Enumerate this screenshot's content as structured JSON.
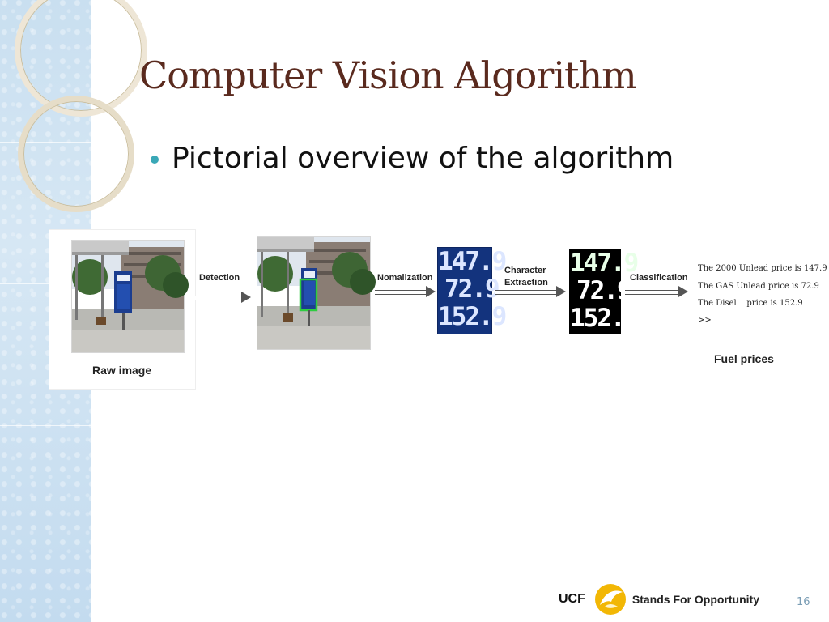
{
  "slide": {
    "title": "Computer Vision Algorithm",
    "bullet": "Pictorial overview of the algorithm",
    "page_number": "16"
  },
  "diagram": {
    "raw_image_label": "Raw image",
    "step_detection": "Detection",
    "step_normalization": "Nomalization",
    "step_character_extraction_line1": "Character",
    "step_character_extraction_line2": "Extraction",
    "step_classification": "Classification",
    "fuel_prices_label": "Fuel prices",
    "sign_price_1": "147.9",
    "sign_price_2": "72.9",
    "sign_price_3": "152.9",
    "output_lines": [
      "The 2000 Unlead price is 147.9",
      "The GAS Unlead price is 72.9",
      "The Disel    price is 152.9",
      ">>"
    ]
  },
  "footer": {
    "ucf": "UCF",
    "slogan": "Stands For Opportunity"
  },
  "colors": {
    "title": "#5a2a1e",
    "bullet": "#3aa8b7",
    "sign_blue": "#1b3d8f",
    "detection_box": "#2ecc40",
    "ucf_gold": "#f2b705"
  }
}
